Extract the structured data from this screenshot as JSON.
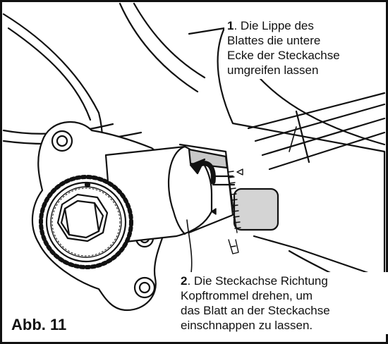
{
  "figure_label": "Abb. 11",
  "callouts": [
    {
      "number": "1",
      "text": ". Die Lippe des\nBlattes die untere\nEcke der Steckachse\numgreifen lassen"
    },
    {
      "number": "2",
      "text": ". Die Steckachse Richtung\nKopftrommel drehen, um\ndas Blatt an der Steckachse\neinschnappen zu lassen."
    }
  ],
  "colors": {
    "ink": "#111111",
    "paper": "#ffffff",
    "shade": "#c8c8c8"
  }
}
